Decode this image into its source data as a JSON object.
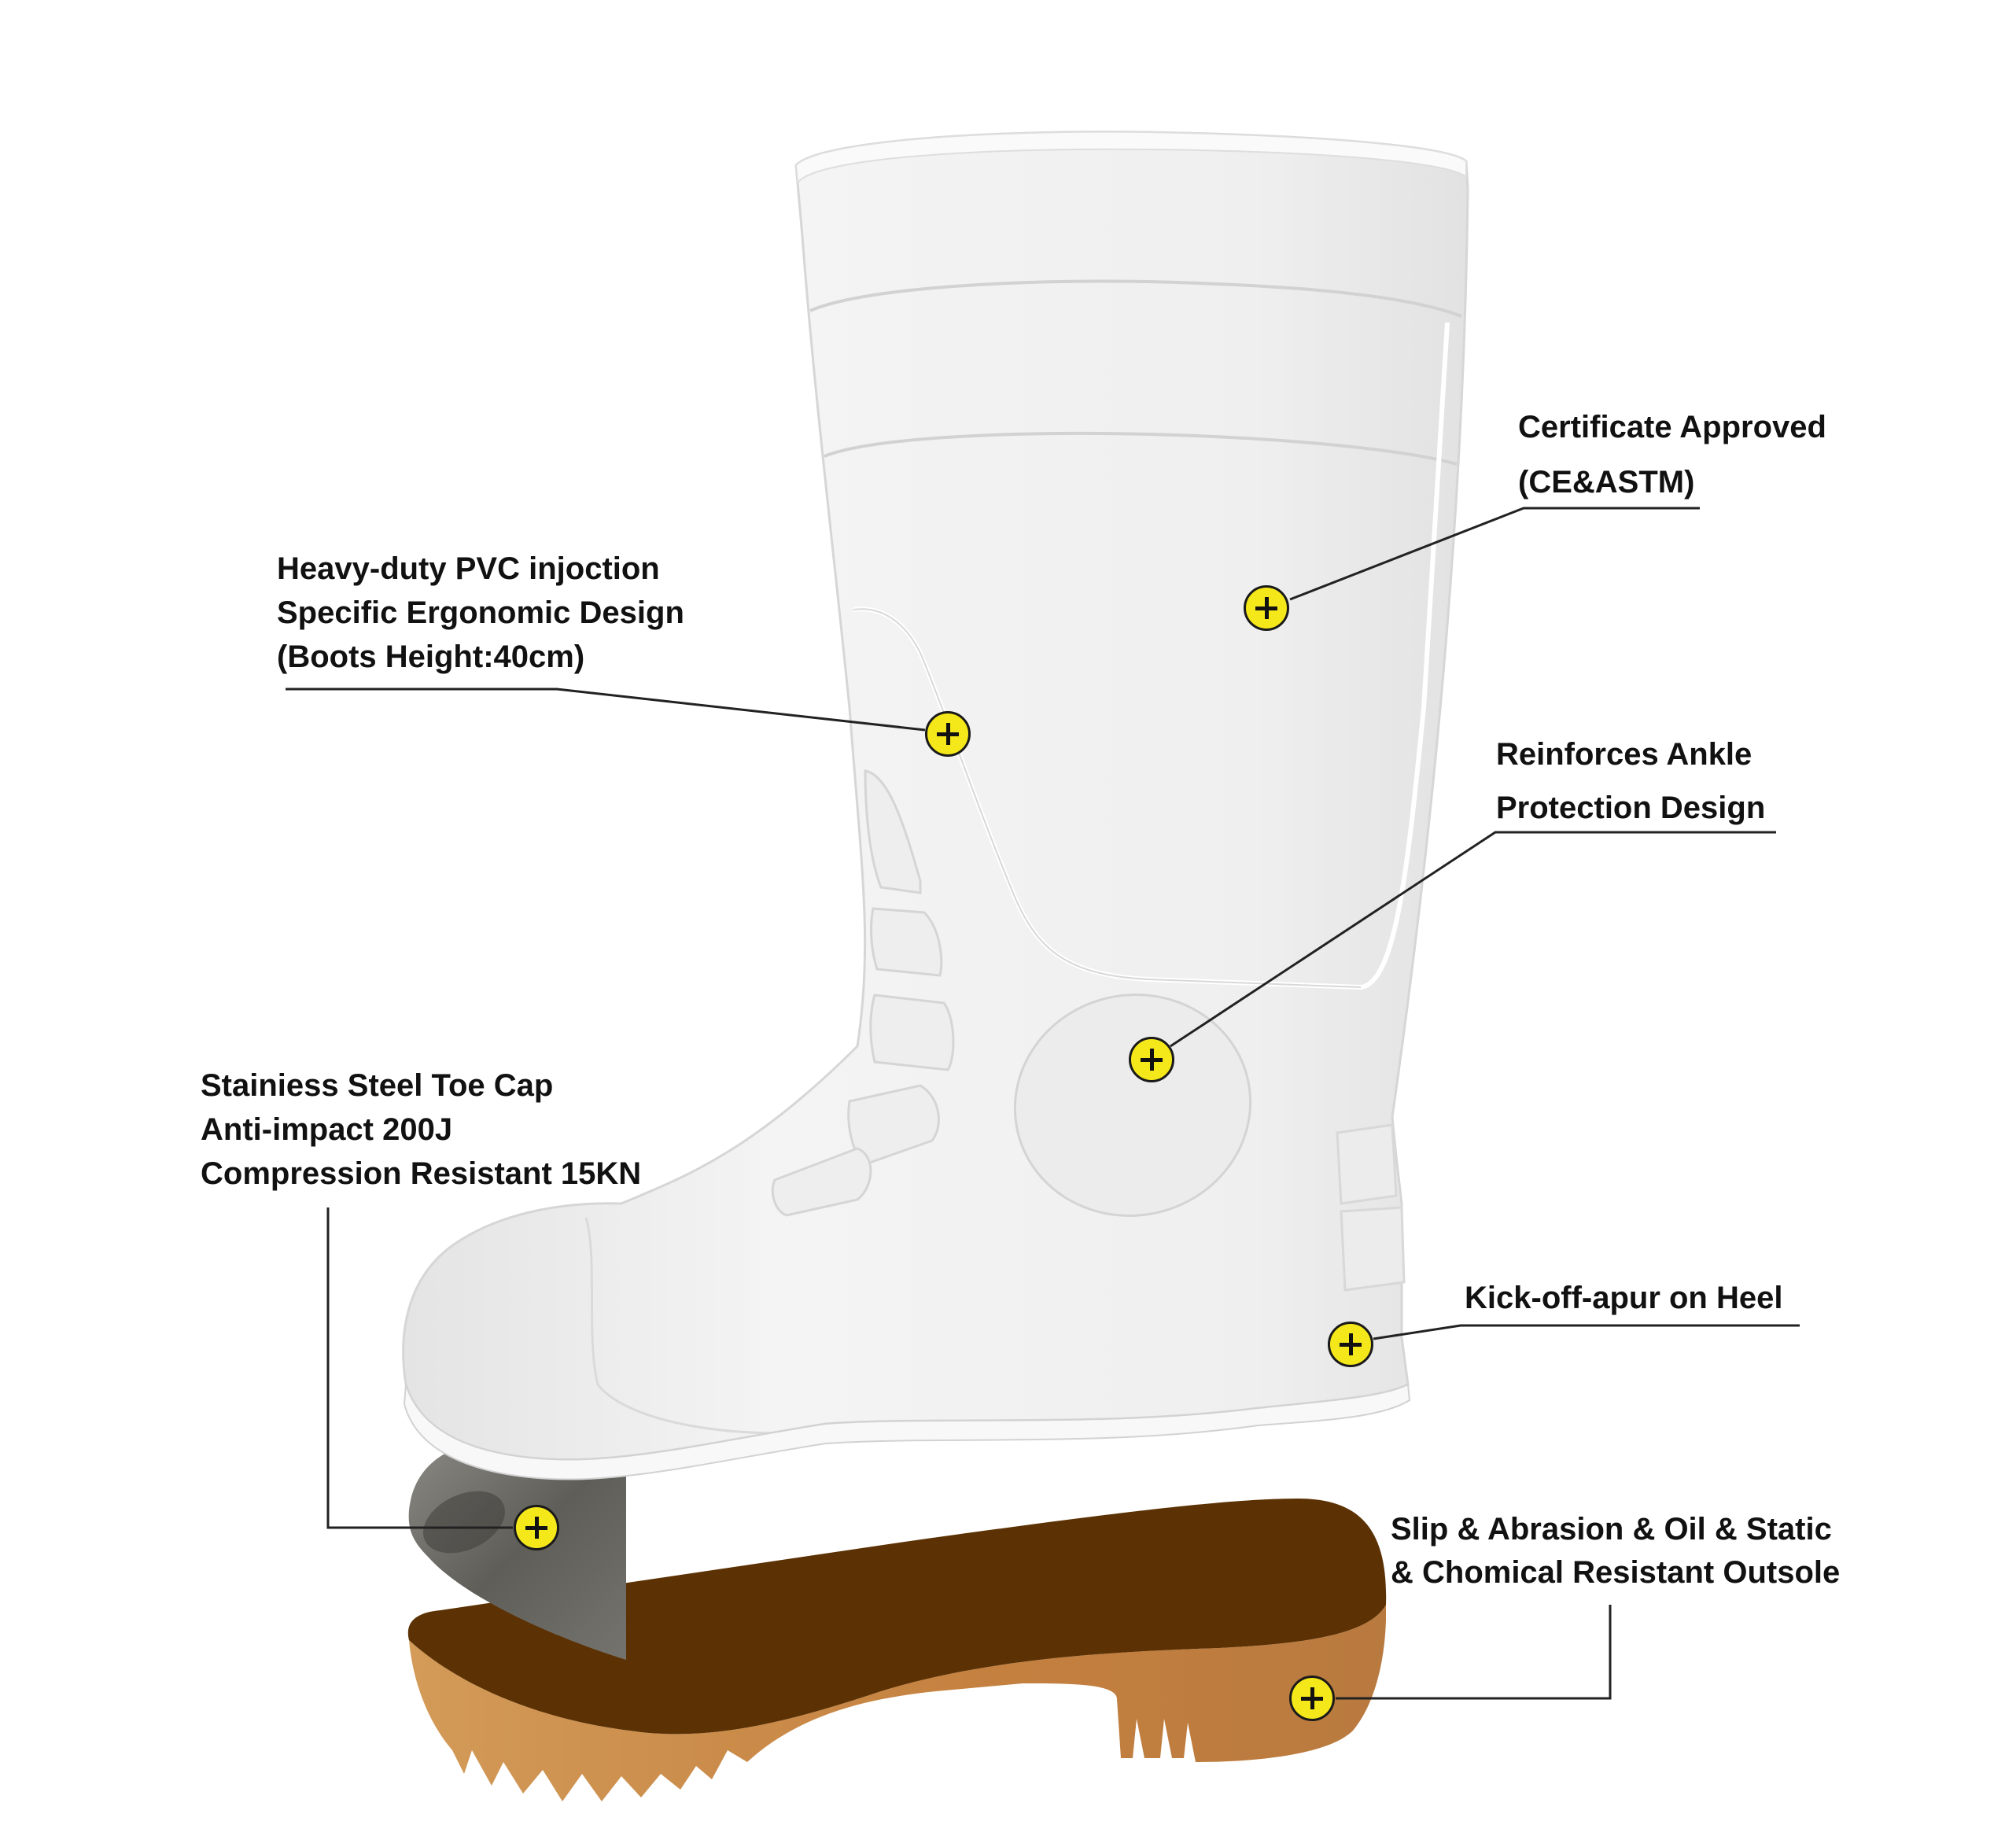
{
  "features": [
    {
      "id": "certificate",
      "lines": [
        "Certificate Approved",
        "(CE&ASTM)"
      ],
      "marker": "plus-marker"
    },
    {
      "id": "pvc",
      "lines": [
        "Heavy-duty PVC injoction",
        "Specific Ergonomic Design",
        "(Boots Height:40cm)"
      ],
      "marker": "plus-marker"
    },
    {
      "id": "ankle",
      "lines": [
        "Reinforces Ankle",
        "Protection Design"
      ],
      "marker": "plus-marker"
    },
    {
      "id": "toe_cap",
      "lines": [
        "Stainiess Steel Toe Cap",
        "Anti-impact 200J",
        "Compression Resistant 15KN"
      ],
      "marker": "plus-marker"
    },
    {
      "id": "kick_off",
      "lines": [
        "Kick-off-apur on Heel"
      ],
      "marker": "plus-marker"
    },
    {
      "id": "outsole",
      "lines": [
        "Slip & Abrasion & Oil & Static",
        "& Chomical Resistant Outsole"
      ],
      "marker": "plus-marker"
    }
  ],
  "colors": {
    "marker_fill": "#f5e81a",
    "boot_white": "#f1f1f1",
    "steel_cap": "#6b6a64",
    "sole_top": "#5c3204",
    "sole_side": "#c98a4a",
    "text": "#111111"
  }
}
